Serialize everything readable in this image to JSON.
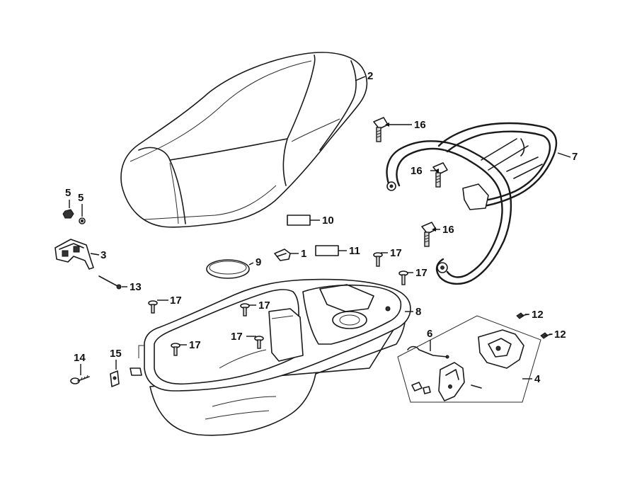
{
  "diagram": {
    "parts": [
      {
        "id": "p1",
        "label": "1"
      },
      {
        "id": "p2",
        "label": "2"
      },
      {
        "id": "p3",
        "label": "3"
      },
      {
        "id": "p4",
        "label": "4"
      },
      {
        "id": "p5a",
        "label": "5"
      },
      {
        "id": "p5b",
        "label": "5"
      },
      {
        "id": "p6",
        "label": "6"
      },
      {
        "id": "p7",
        "label": "7"
      },
      {
        "id": "p8",
        "label": "8"
      },
      {
        "id": "p9",
        "label": "9"
      },
      {
        "id": "p10",
        "label": "10"
      },
      {
        "id": "p11",
        "label": "11"
      },
      {
        "id": "p12a",
        "label": "12"
      },
      {
        "id": "p12b",
        "label": "12"
      },
      {
        "id": "p13",
        "label": "13"
      },
      {
        "id": "p14",
        "label": "14"
      },
      {
        "id": "p15",
        "label": "15"
      },
      {
        "id": "p16a",
        "label": "16"
      },
      {
        "id": "p16b",
        "label": "16"
      },
      {
        "id": "p16c",
        "label": "16"
      },
      {
        "id": "p17a",
        "label": "17"
      },
      {
        "id": "p17b",
        "label": "17"
      },
      {
        "id": "p17c",
        "label": "17"
      },
      {
        "id": "p17d",
        "label": "17"
      },
      {
        "id": "p17e",
        "label": "17"
      },
      {
        "id": "p17f",
        "label": "17"
      }
    ]
  }
}
